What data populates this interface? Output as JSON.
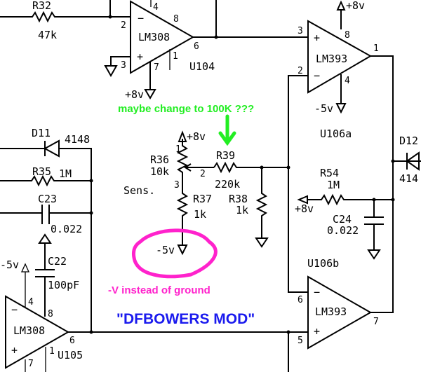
{
  "components": {
    "r32": {
      "ref": "R32",
      "value": "47k"
    },
    "u104": {
      "ref": "U104",
      "part": "LM308",
      "pins": [
        "2",
        "3",
        "4",
        "8",
        "6",
        "1",
        "7"
      ],
      "supply": "+8v"
    },
    "u106a": {
      "ref": "U106a",
      "part": "LM393",
      "pins": [
        "3",
        "2",
        "8",
        "4",
        "1"
      ],
      "supply_pos": "+8v",
      "supply_neg": "-5v"
    },
    "d11": {
      "ref": "D11",
      "value": "4148"
    },
    "d12": {
      "ref": "D12",
      "value": "414"
    },
    "r35": {
      "ref": "R35",
      "value": "1M"
    },
    "c23": {
      "ref": "C23",
      "value": "0.022"
    },
    "r36": {
      "ref": "R36",
      "value": "10k",
      "pins": [
        "1",
        "2",
        "3"
      ],
      "supply": "+8v",
      "note": "Sens."
    },
    "r37": {
      "ref": "R37",
      "value": "1k",
      "supply": "-5v"
    },
    "r39": {
      "ref": "R39",
      "value": "220k"
    },
    "r38": {
      "ref": "R38",
      "value": "1k"
    },
    "r54": {
      "ref": "R54",
      "value": "1M",
      "supply": "+8v"
    },
    "c24": {
      "ref": "C24",
      "value": "0.022"
    },
    "c22": {
      "ref": "C22",
      "value": "100pF"
    },
    "u105": {
      "ref": "U105",
      "part": "LM308",
      "pins": [
        "4",
        "8",
        "6",
        "1",
        "7"
      ],
      "supply": "-5v"
    },
    "u106b": {
      "ref": "U106b",
      "part": "LM393",
      "pins": [
        "6",
        "5",
        "7"
      ]
    }
  },
  "annotations": {
    "green_note": "maybe change to 100K ???",
    "magenta_note": "-V instead of ground",
    "blue_title": "\"DFBOWERS MOD\""
  },
  "colors": {
    "green": "#22ee22",
    "magenta": "#ff22cc",
    "blue": "#1a1aee"
  }
}
